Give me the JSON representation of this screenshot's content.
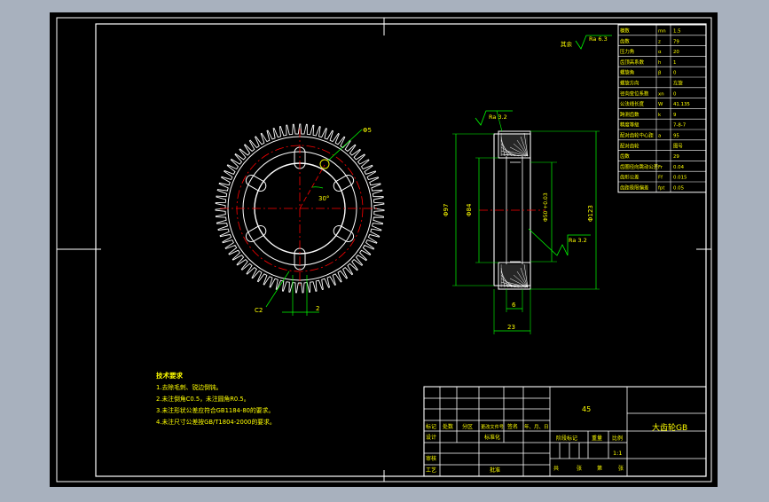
{
  "title_block": {
    "material": "45",
    "part_name": "大齿轮GB",
    "scale": "1:1",
    "headers_row1": [
      "标记",
      "处数",
      "分区",
      "更改文件号",
      "签名",
      "年、月、日"
    ],
    "headers_row2_left": [
      "设计",
      "标准化"
    ],
    "headers_row2_right": [
      "阶段标记",
      "重量",
      "比例"
    ],
    "row_review": "审核",
    "row_process": "工艺",
    "row_approve": "批准",
    "bottom_labels": [
      "共",
      "张",
      "第",
      "张"
    ]
  },
  "params_table": {
    "rows": [
      {
        "name": "模数",
        "sym": "mn",
        "val": "1.5"
      },
      {
        "name": "齿数",
        "sym": "z",
        "val": "79"
      },
      {
        "name": "压力角",
        "sym": "α",
        "val": "20"
      },
      {
        "name": "齿顶高系数",
        "sym": "h",
        "val": "1"
      },
      {
        "name": "螺旋角",
        "sym": "β",
        "val": "0"
      },
      {
        "name": "螺旋方向",
        "sym": "",
        "val": "左旋"
      },
      {
        "name": "径向变位系数",
        "sym": "xn",
        "val": "0"
      },
      {
        "name": "公法线长度",
        "sym": "W",
        "val": "41.135"
      },
      {
        "name": "跨测齿数",
        "sym": "k",
        "val": "9"
      },
      {
        "name": "精度等级",
        "sym": "",
        "val": "7-8-7"
      },
      {
        "name": "配对齿轮中心距",
        "sym": "a",
        "val": "95"
      },
      {
        "name": "配对齿轮",
        "sym": "",
        "val": "图号"
      },
      {
        "name": "齿数",
        "sym": "",
        "val": "29"
      },
      {
        "name": "齿圈径向跳动公差",
        "sym": "Fr",
        "val": "0.04"
      },
      {
        "name": "齿形公差",
        "sym": "Ff",
        "val": "0.015"
      },
      {
        "name": "齿距极限偏差",
        "sym": "fpt",
        "val": "0.05"
      }
    ]
  },
  "annotations": {
    "roughness_rest": "Ra 6.3",
    "rest_label": "其余",
    "ra_top": "Ra 3.2",
    "ra_bottom": "Ra 3.2",
    "hole_note": "Φ5",
    "angle_note": "30°",
    "keyway_width": "2",
    "dim_left_a": "Φ97",
    "dim_left_b": "Φ84",
    "dim_mid": "Φ50 +0.03",
    "dim_right": "Φ123",
    "dim_hub": "6",
    "dim_width": "23",
    "dim_c": "C2"
  },
  "tech_requirements": {
    "heading": "技术要求",
    "items": [
      "1.去除毛刺、锐边倒钝。",
      "2.未注倒角C0.5，未注圆角R0.5。",
      "3.未注形状公差应符合GB1184-80的要求。",
      "4.未注尺寸公差按GB/T1804-2000的要求。"
    ]
  },
  "colors": {
    "paper": "#000000",
    "outer_bg": "#a8b1be",
    "line_white": "#ffffff",
    "line_green": "#00ff00",
    "line_red": "#ff0000",
    "line_yellow": "#ffff00",
    "line_cyan": "#00ffff"
  }
}
